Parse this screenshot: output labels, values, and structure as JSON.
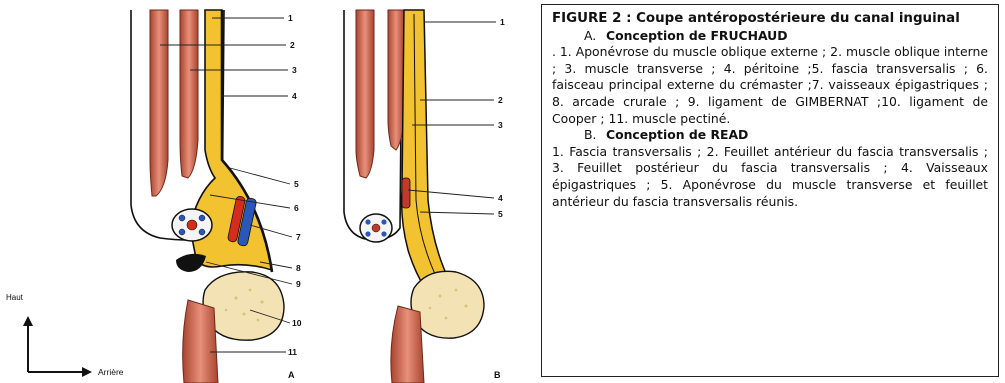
{
  "figure": {
    "title": "FIGURE 2 : Coupe antéropostérieure du canal inguinal",
    "section_a": {
      "letter": "A.",
      "heading": "Conception de FRUCHAUD",
      "text": ". 1. Aponévrose du muscle oblique externe ; 2. muscle oblique interne ; 3. muscle transverse ; 4. péritoine ;5. fascia transversalis ; 6. faisceau principal externe du crémaster ;7. vaisseaux épigastriques ; 8. arcade crurale ; 9. ligament de GIMBERNAT ;10. ligament de Cooper ; 11. muscle pectiné."
    },
    "section_b": {
      "letter": "B.",
      "heading": "Conception de READ",
      "text": "1. Fascia transversalis ; 2. Feuillet antérieur du fascia transversalis ; 3. Feuillet postérieur du fascia transversalis ; 4. Vaisseaux épigastriques ; 5. Aponévrose du muscle transverse et feuillet antérieur du fascia transversalis réunis."
    }
  },
  "orientation": {
    "up_label": "Haut",
    "back_label": "Arrière"
  },
  "panel_a": {
    "letter": "A",
    "callouts": [
      "1",
      "2",
      "3",
      "4",
      "5",
      "6",
      "7",
      "8",
      "9",
      "10",
      "11"
    ]
  },
  "panel_b": {
    "letter": "B",
    "callouts": [
      "1",
      "2",
      "3",
      "4",
      "5"
    ]
  },
  "colors": {
    "fascia_yellow": "#f2c230",
    "muscle_red": "#d9705a",
    "bone": "#f3e2b4",
    "vessel_red": "#d62c1c",
    "vessel_blue": "#2b57b8",
    "outline": "#111111"
  }
}
